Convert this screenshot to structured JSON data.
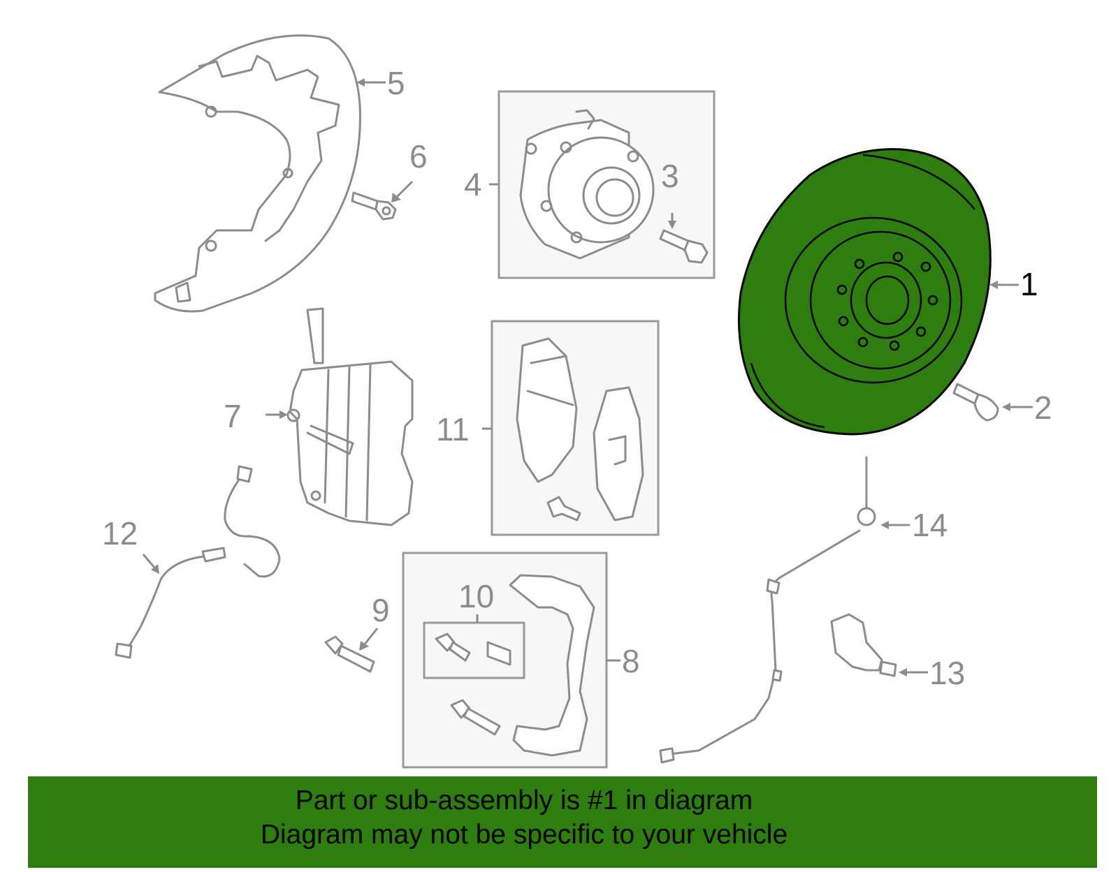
{
  "callouts": {
    "c1": "1",
    "c2": "2",
    "c3": "3",
    "c4": "4",
    "c5": "5",
    "c6": "6",
    "c7": "7",
    "c8": "8",
    "c9": "9",
    "c10": "10",
    "c11": "11",
    "c12": "12",
    "c13": "13",
    "c14": "14"
  },
  "highlight": {
    "part": "1",
    "color": "#2e7d0f"
  },
  "banner": {
    "line1": "Part or sub-assembly is #1 in diagram",
    "line2": "Diagram may not be specific to your vehicle",
    "color": "#2e7d0f"
  }
}
